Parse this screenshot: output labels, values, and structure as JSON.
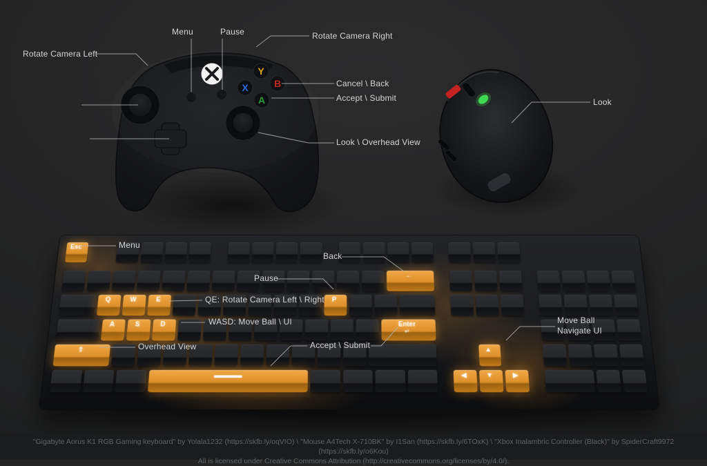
{
  "colors": {
    "background": "#242425",
    "key_orange": "#dd8f2a",
    "label_text": "#d6d6d6",
    "connector_line": "#b0b0b0",
    "credits_text": "#5e6466",
    "button_y": "#dfa912",
    "button_x": "#2b69dc",
    "button_b": "#c02a20",
    "button_a": "#2d9a33",
    "mouse_led_red": "#c52222",
    "mouse_led_green": "#3fd94f"
  },
  "annotations": [
    {
      "id": "rotate-camera-left",
      "text": "Rotate Camera Left"
    },
    {
      "id": "controller-menu",
      "text": "Menu"
    },
    {
      "id": "controller-pause",
      "text": "Pause"
    },
    {
      "id": "rotate-camera-right",
      "text": "Rotate Camera Right"
    },
    {
      "id": "cancel-back",
      "text": "Cancel \\ Back"
    },
    {
      "id": "accept-submit",
      "text": "Accept \\ Submit"
    },
    {
      "id": "look-overhead-view",
      "text": "Look \\ Overhead View"
    },
    {
      "id": "mouse-look",
      "text": "Look"
    },
    {
      "id": "keyboard-menu",
      "text": "Menu"
    },
    {
      "id": "keyboard-back",
      "text": "Back"
    },
    {
      "id": "keyboard-pause",
      "text": "Pause"
    },
    {
      "id": "qe-rotate-camera",
      "text": "QE: Rotate Camera Left \\ Right"
    },
    {
      "id": "wasd-move-ball",
      "text": "WASD: Move Ball \\ UI"
    },
    {
      "id": "overhead-view",
      "text": "Overhead View"
    },
    {
      "id": "keyboard-accept-submit",
      "text": "Accept \\ Submit"
    },
    {
      "id": "move-ball-navigate",
      "text": "Move Ball",
      "text2": "Navigate UI"
    }
  ],
  "controller": {
    "brand_logo": "xbox",
    "buttons": [
      {
        "letter": "Y"
      },
      {
        "letter": "X"
      },
      {
        "letter": "B"
      },
      {
        "letter": "A"
      }
    ]
  },
  "keyboard": {
    "main": [
      [
        {
          "o": true,
          "t": "Esc",
          "n": "esc-key"
        },
        {
          "g": 1
        },
        {},
        {},
        {},
        {},
        {
          "g": 0.5
        },
        {},
        {},
        {},
        {},
        {
          "g": 0.5
        },
        {},
        {},
        {},
        {}
      ],
      [
        {},
        {},
        {},
        {},
        {},
        {},
        {},
        {},
        {},
        {},
        {},
        {},
        {},
        {
          "w": 2,
          "o": true,
          "t": "←",
          "n": "backspace-key"
        }
      ],
      [
        {
          "w": 1.5
        },
        {
          "o": true,
          "t": "Q",
          "n": "q-key"
        },
        {
          "o": true,
          "t": "W",
          "n": "w-key"
        },
        {
          "o": true,
          "t": "E",
          "n": "e-key"
        },
        {},
        {},
        {},
        {},
        {},
        {},
        {
          "o": true,
          "t": "P",
          "n": "p-key"
        },
        {},
        {},
        {
          "w": 1.5
        }
      ],
      [
        {
          "w": 1.75
        },
        {
          "o": true,
          "t": "A",
          "n": "a-key"
        },
        {
          "o": true,
          "t": "S",
          "n": "s-key"
        },
        {
          "o": true,
          "t": "D",
          "n": "d-key"
        },
        {},
        {},
        {},
        {},
        {},
        {},
        {},
        {},
        {
          "w": 2.25,
          "o": true,
          "t": "Enter",
          "t2": "↵",
          "n": "enter-key"
        }
      ],
      [
        {
          "w": 2.25,
          "o": true,
          "t": "⇧",
          "n": "left-shift-key"
        },
        {},
        {},
        {},
        {},
        {},
        {},
        {},
        {},
        {},
        {},
        {
          "w": 2.75
        }
      ],
      [
        {
          "w": 1.25
        },
        {
          "w": 1.25
        },
        {
          "w": 1.25
        },
        {
          "w": 6.25,
          "o": true,
          "sp": true,
          "n": "space-key"
        },
        {
          "w": 1.25
        },
        {
          "w": 1.25
        },
        {
          "w": 1.25
        },
        {
          "w": 1.25
        }
      ]
    ],
    "nav": [
      [
        {},
        {},
        {}
      ],
      [
        {},
        {},
        {}
      ],
      [
        {},
        {},
        {}
      ],
      [
        {
          "g": 3
        }
      ],
      [
        {
          "g": 1
        },
        {
          "o": true,
          "t": "▲",
          "n": "arrow-up-key"
        },
        {
          "g": 1
        }
      ],
      [
        {
          "o": true,
          "t": "◀",
          "n": "arrow-left-key"
        },
        {
          "o": true,
          "t": "▼",
          "n": "arrow-down-key"
        },
        {
          "o": true,
          "t": "▶",
          "n": "arrow-right-key"
        }
      ]
    ],
    "num": [
      [
        {
          "g": 4
        }
      ],
      [
        {},
        {},
        {},
        {}
      ],
      [
        {},
        {},
        {},
        {}
      ],
      [
        {},
        {},
        {},
        {}
      ],
      [
        {},
        {},
        {},
        {}
      ],
      [
        {
          "w": 2
        },
        {},
        {}
      ]
    ]
  },
  "credits": {
    "line1": "\"Gigabyte Aorus K1 RGB Gaming keyboard\" by Yolala1232 (https://skfb.ly/oqVIO) \\ \"Mouse A4Tech X-710BK\" by I1San (https://skfb.ly/6TOxK) \\ \"Xbox Inalambric Controller (Black)\" by SpiderCraft9972 (https://skfb.ly/o6Kou)",
    "line2": "All is licensed under Creative Commons Attribution (http://creativecommons.org/licenses/by/4.0/)."
  }
}
